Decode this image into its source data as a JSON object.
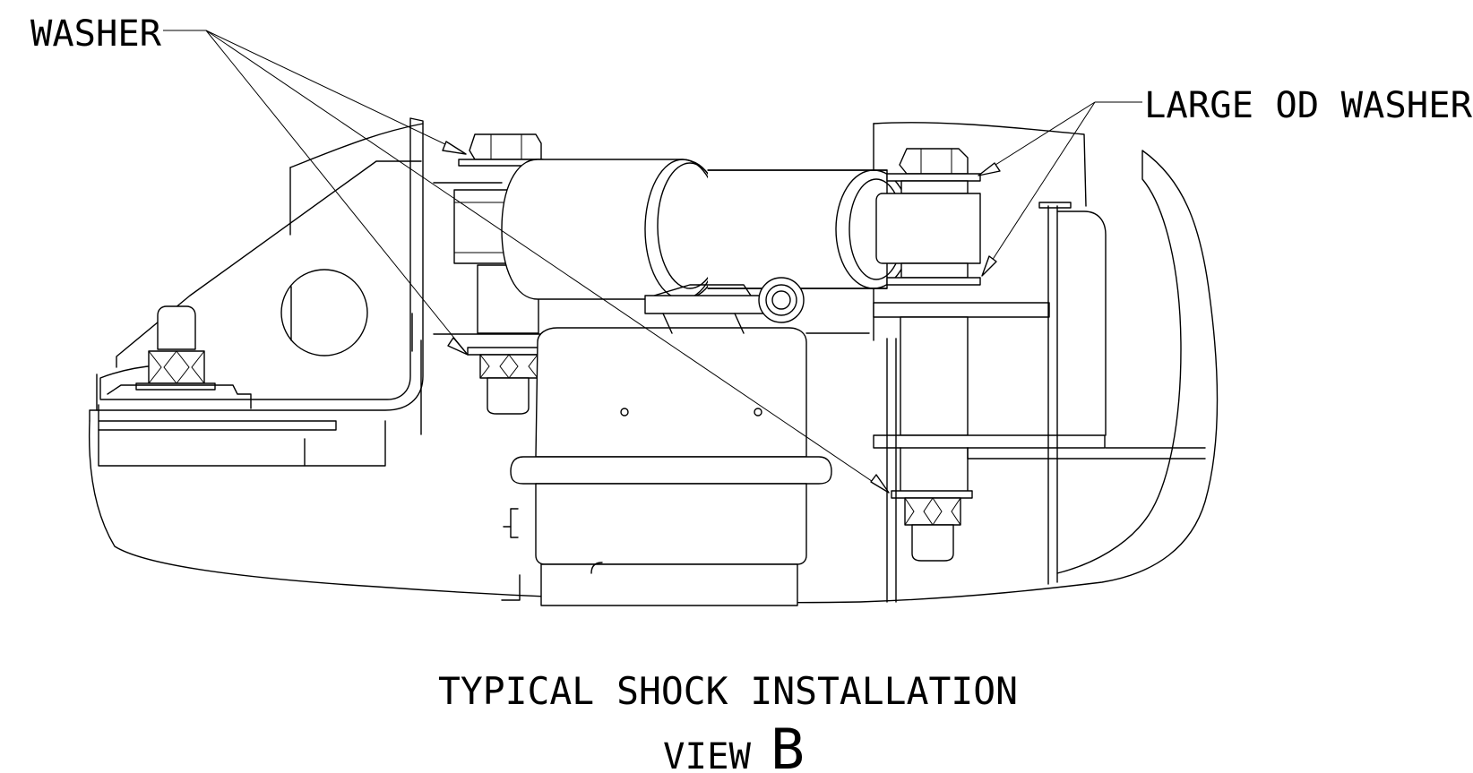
{
  "callouts": {
    "washer": "WASHER",
    "large_od_washer": "LARGE OD WASHER"
  },
  "caption": {
    "line1": "TYPICAL SHOCK INSTALLATION",
    "view_word": "VIEW",
    "view_letter": "B"
  }
}
